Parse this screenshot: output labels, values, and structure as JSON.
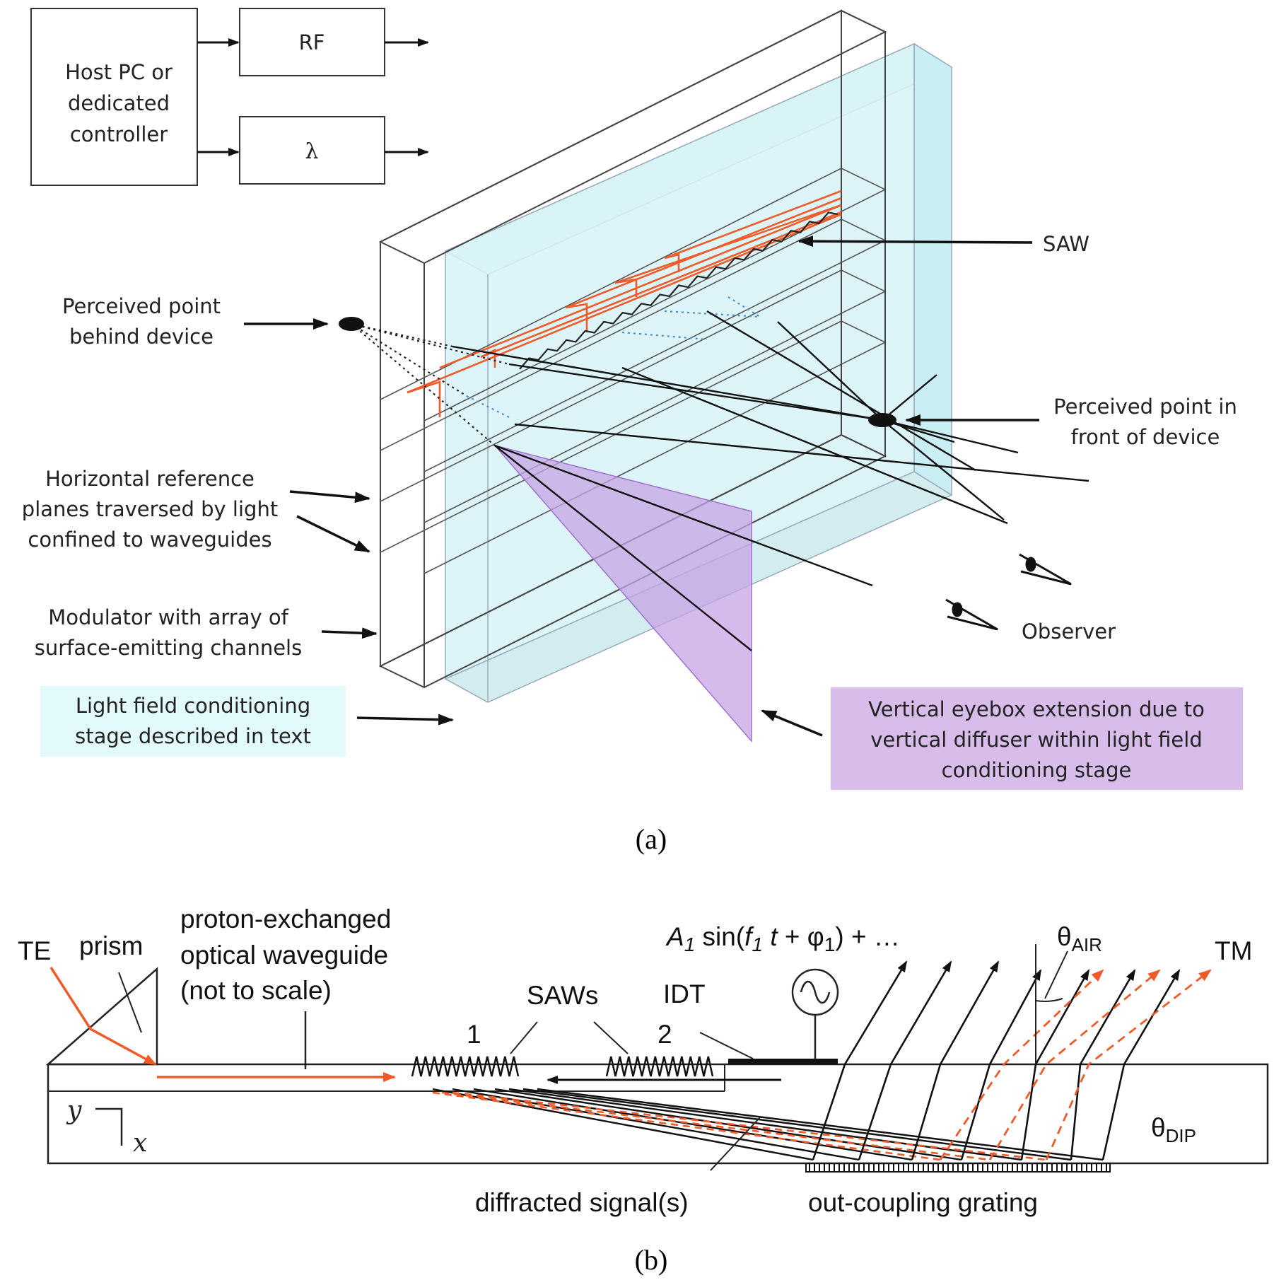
{
  "panel_a": {
    "controller_label": [
      "Host PC or",
      "dedicated",
      "controller"
    ],
    "rf_label": "RF",
    "lambda_label": "λ",
    "saw_label": "SAW",
    "perceived_behind": [
      "Perceived point",
      "behind device"
    ],
    "perceived_front": [
      "Perceived point in",
      "front of device"
    ],
    "horizontal_planes": [
      "Horizontal reference",
      "planes traversed by light",
      "confined to waveguides"
    ],
    "modulator": [
      "Modulator with array of",
      "surface-emitting channels"
    ],
    "light_field": [
      "Light field conditioning",
      "stage described in text"
    ],
    "eyebox": [
      "Vertical eyebox extension due to",
      "vertical diffuser within light field",
      "conditioning stage"
    ],
    "observer_label": "Observer",
    "caption": "(a)"
  },
  "panel_b": {
    "te_label": "TE",
    "prism_label": "prism",
    "waveguide_label": [
      "proton-exchanged",
      "optical waveguide",
      "(not to scale)"
    ],
    "formula": "A1 sin(f1 t + φ1) + …",
    "saws_label": "SAWs",
    "idt_label": "IDT",
    "saw_1": "1",
    "saw_2": "2",
    "theta_air": "θAIR",
    "tm_label": "TM",
    "theta_dip": "θDIP",
    "axis_y": "y",
    "axis_x": "x",
    "diffracted_label": "diffracted signal(s)",
    "grating_label": "out-coupling grating",
    "caption": "(b)"
  },
  "colors": {
    "orange": "#f05a28",
    "cyan_fill": "#d2f1f6",
    "purple_fill": "#caa7e6",
    "purple_box": "#d8bdea",
    "light_box": "#e2fafc"
  }
}
